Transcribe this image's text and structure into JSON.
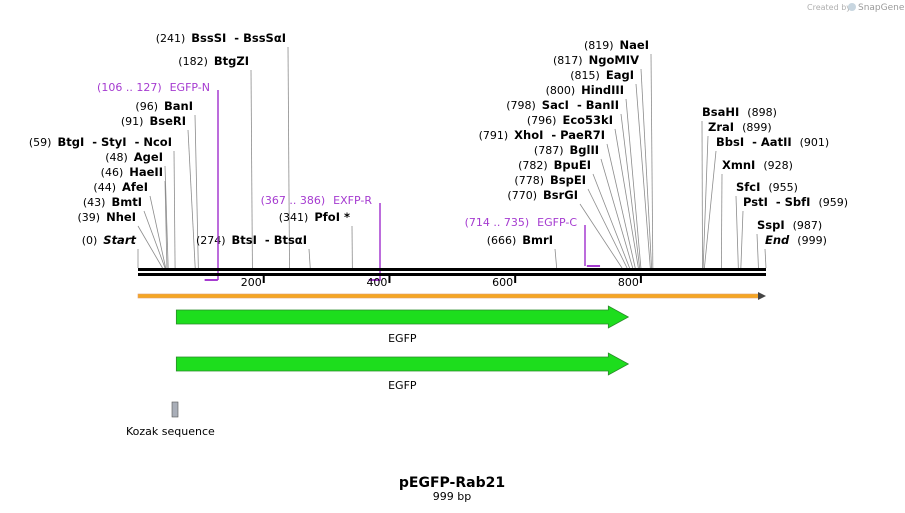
{
  "watermark": {
    "prefix": "Created by",
    "brand": "SnapGene"
  },
  "plasmid": {
    "name": "pEGFP-Rab21",
    "length": "999 bp",
    "length_bp": 999
  },
  "axis": {
    "ticks": [
      {
        "pos": 200,
        "label": "200"
      },
      {
        "pos": 400,
        "label": "400"
      },
      {
        "pos": 600,
        "label": "600"
      },
      {
        "pos": 800,
        "label": "800"
      }
    ]
  },
  "sites": [
    {
      "pos": 0,
      "pos_label": "(0)",
      "name": "Start",
      "italic": true,
      "side": "right"
    },
    {
      "pos": 39,
      "pos_label": "(39)",
      "name": "NheI",
      "side": "right"
    },
    {
      "pos": 43,
      "pos_label": "(43)",
      "name": "BmtI",
      "side": "right"
    },
    {
      "pos": 44,
      "pos_label": "(44)",
      "name": "AfeI",
      "side": "right"
    },
    {
      "pos": 46,
      "pos_label": "(46)",
      "name": "HaeII",
      "side": "right"
    },
    {
      "pos": 48,
      "pos_label": "(48)",
      "name": "AgeI",
      "side": "right"
    },
    {
      "pos": 59,
      "pos_label": "(59)",
      "name": "BtgI  - StyI  - NcoI",
      "side": "right"
    },
    {
      "pos": 91,
      "pos_label": "(91)",
      "name": "BseRI",
      "side": "right"
    },
    {
      "pos": 96,
      "pos_label": "(96)",
      "name": "BanI",
      "side": "right"
    },
    {
      "pos": 182,
      "pos_label": "(182)",
      "name": "BtgZI",
      "side": "right"
    },
    {
      "pos": 241,
      "pos_label": "(241)",
      "name": "BssSI  - BssSαI",
      "side": "right"
    },
    {
      "pos": 274,
      "pos_label": "(274)",
      "name": "BtsI  - BtsαI",
      "side": "right"
    },
    {
      "pos": 341,
      "pos_label": "(341)",
      "name": "PfoI *",
      "side": "right"
    },
    {
      "pos": 666,
      "pos_label": "(666)",
      "name": "BmrI",
      "side": "right"
    },
    {
      "pos": 770,
      "pos_label": "(770)",
      "name": "BsrGI",
      "side": "right"
    },
    {
      "pos": 778,
      "pos_label": "(778)",
      "name": "BspEI",
      "side": "right"
    },
    {
      "pos": 782,
      "pos_label": "(782)",
      "name": "BpuEI",
      "side": "right"
    },
    {
      "pos": 787,
      "pos_label": "(787)",
      "name": "BglII",
      "side": "right"
    },
    {
      "pos": 791,
      "pos_label": "(791)",
      "name": "XhoI  - PaeR7I",
      "side": "right"
    },
    {
      "pos": 796,
      "pos_label": "(796)",
      "name": "Eco53kI",
      "side": "right"
    },
    {
      "pos": 798,
      "pos_label": "(798)",
      "name": "SacI  - BanII",
      "side": "right"
    },
    {
      "pos": 800,
      "pos_label": "(800)",
      "name": "HindIII",
      "side": "right"
    },
    {
      "pos": 815,
      "pos_label": "(815)",
      "name": "EagI",
      "side": "right"
    },
    {
      "pos": 817,
      "pos_label": "(817)",
      "name": "NgoMIV",
      "side": "right"
    },
    {
      "pos": 819,
      "pos_label": "(819)",
      "name": "NaeI",
      "side": "right"
    },
    {
      "pos": 898,
      "pos_label": "(898)",
      "name": "BsaHI",
      "side": "left"
    },
    {
      "pos": 899,
      "pos_label": "(899)",
      "name": "ZraI",
      "side": "left"
    },
    {
      "pos": 901,
      "pos_label": "(901)",
      "name": "BbsI  - AatII",
      "side": "left"
    },
    {
      "pos": 928,
      "pos_label": "(928)",
      "name": "XmnI",
      "side": "left"
    },
    {
      "pos": 955,
      "pos_label": "(955)",
      "name": "SfcI",
      "side": "left"
    },
    {
      "pos": 959,
      "pos_label": "(959)",
      "name": "PstI  - SbfI",
      "side": "left"
    },
    {
      "pos": 987,
      "pos_label": "(987)",
      "name": "SspI",
      "side": "left"
    },
    {
      "pos": 999,
      "pos_label": "(999)",
      "name": "End",
      "italic": true,
      "side": "left"
    }
  ],
  "primers": [
    {
      "range_label": "(106 .. 127)",
      "name": "EGFP-N",
      "start": 106,
      "end": 127,
      "color": "#a53bd0"
    },
    {
      "range_label": "(367 .. 386)",
      "name": "EXFP-R",
      "start": 367,
      "end": 386,
      "color": "#a53bd0"
    },
    {
      "range_label": "(714 .. 735)",
      "name": "EGFP-C",
      "start": 714,
      "end": 735,
      "color": "#a53bd0"
    }
  ],
  "features": [
    {
      "name": "EGFP",
      "type": "arrow",
      "start": 61,
      "end": 780,
      "color": "#1ddd1d"
    },
    {
      "name": "EGFP",
      "type": "arrow",
      "start": 61,
      "end": 780,
      "color": "#1ddd1d"
    },
    {
      "name": "Kozak sequence",
      "type": "box",
      "start": 55,
      "end": 60,
      "color": "#a9aeb8"
    }
  ],
  "colors": {
    "backbone": "#000000",
    "direction_arrow": "#f5a623",
    "feature": "#1ddd1d",
    "primer": "#a53bd0"
  }
}
